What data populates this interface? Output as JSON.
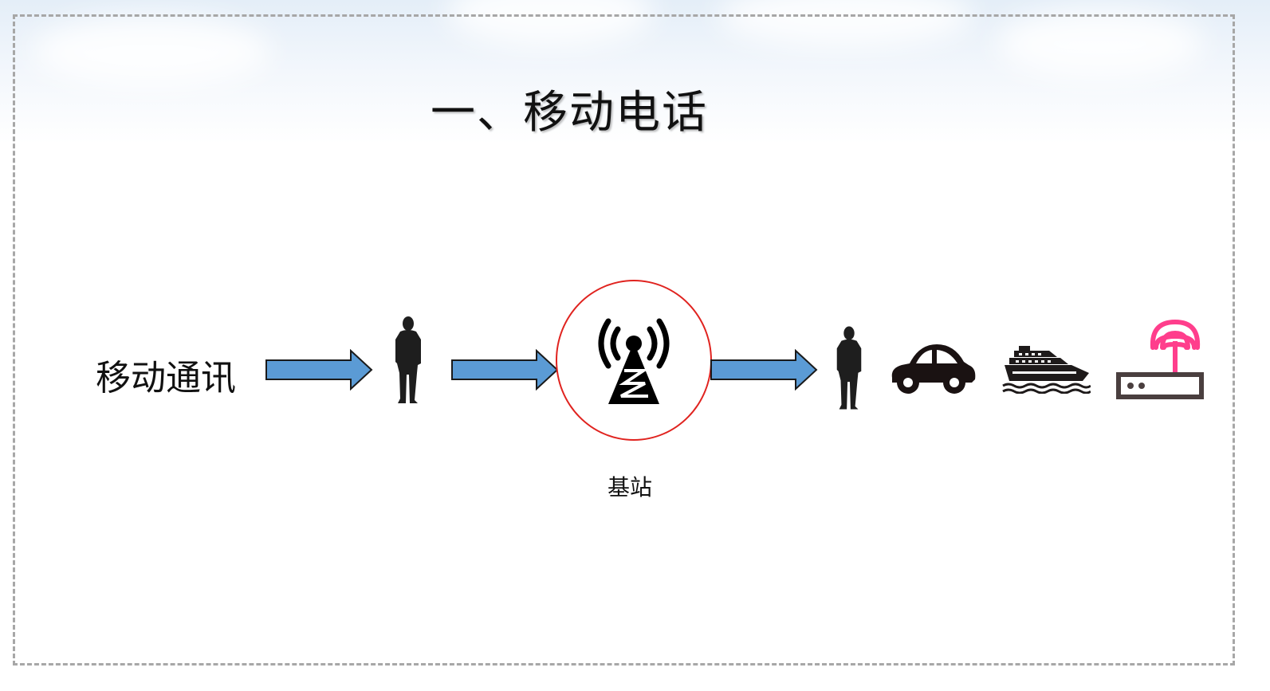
{
  "slide": {
    "title": "一、移动电话",
    "left_label": "移动通讯",
    "base_station_label": "基站"
  },
  "colors": {
    "arrow_fill": "#5b9bd5",
    "arrow_stroke": "#1a1a1a",
    "circle_border": "#e0231f",
    "router_signal": "#ff3e8c",
    "router_body": "#4a3f3f",
    "silhouette": "#1e1e1e"
  },
  "icons": [
    "person-icon",
    "base-station-tower-icon",
    "person-icon",
    "car-icon",
    "ship-icon",
    "wifi-router-icon"
  ]
}
